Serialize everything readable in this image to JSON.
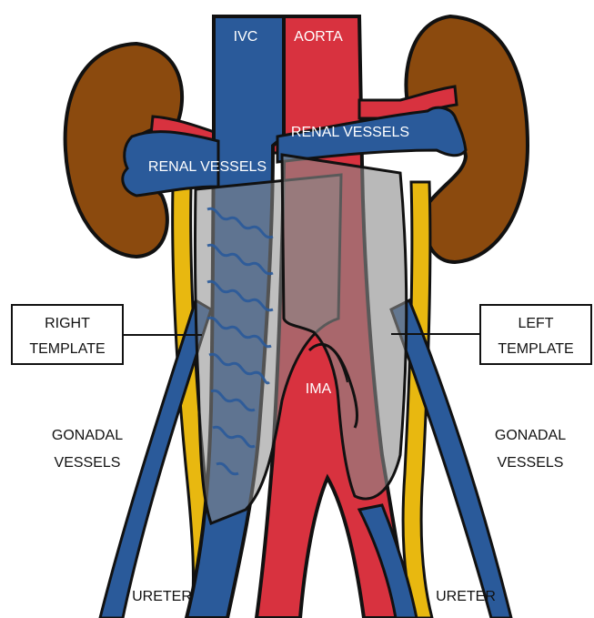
{
  "labels": {
    "ivc": "IVC",
    "aorta": "AORTA",
    "renal_vessels_right": "RENAL VESSELS",
    "renal_vessels_left": "RENAL VESSELS",
    "right_template_line1": "RIGHT",
    "right_template_line2": "TEMPLATE",
    "left_template_line1": "LEFT",
    "left_template_line2": "TEMPLATE",
    "ima": "IMA",
    "gonadal_right_line1": "GONADAL",
    "gonadal_right_line2": "VESSELS",
    "gonadal_left_line1": "GONADAL",
    "gonadal_left_line2": "VESSELS",
    "ureter_right": "URETER",
    "ureter_left": "URETER"
  },
  "colors": {
    "kidney": "#8b4a0e",
    "vein": "#2a5a9a",
    "artery": "#d8323f",
    "ureter": "#e8b810",
    "template_fill": "#8a8a8a",
    "outline": "#111111"
  }
}
